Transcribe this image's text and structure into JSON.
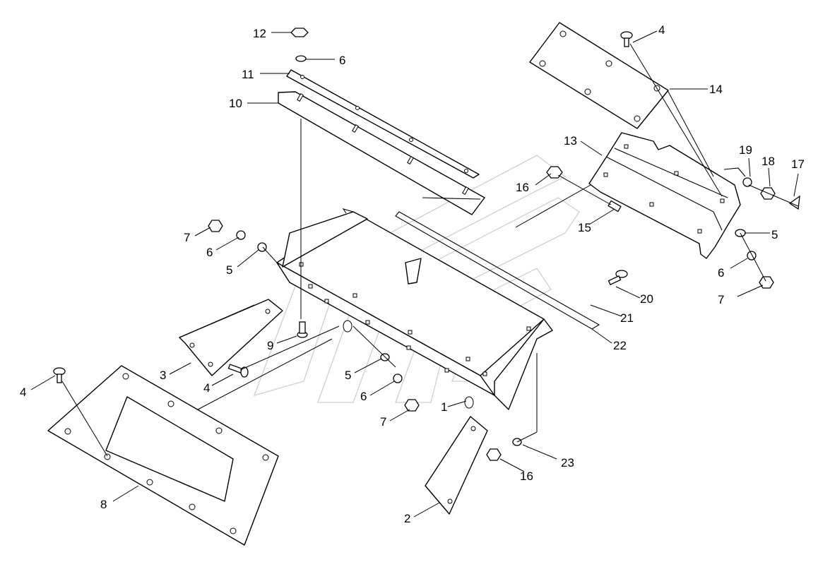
{
  "diagram": {
    "labels": [
      {
        "id": "l12",
        "text": "12"
      },
      {
        "id": "l6a",
        "text": "6"
      },
      {
        "id": "l11",
        "text": "11"
      },
      {
        "id": "l10",
        "text": "10"
      },
      {
        "id": "l4a",
        "text": "4"
      },
      {
        "id": "l14",
        "text": "14"
      },
      {
        "id": "l13",
        "text": "13"
      },
      {
        "id": "l19",
        "text": "19"
      },
      {
        "id": "l18",
        "text": "18"
      },
      {
        "id": "l17",
        "text": "17"
      },
      {
        "id": "l16a",
        "text": "16"
      },
      {
        "id": "l15",
        "text": "15"
      },
      {
        "id": "l5a",
        "text": "5"
      },
      {
        "id": "l6b",
        "text": "6"
      },
      {
        "id": "l7a",
        "text": "7"
      },
      {
        "id": "l7b",
        "text": "7"
      },
      {
        "id": "l6c",
        "text": "6"
      },
      {
        "id": "l5b",
        "text": "5"
      },
      {
        "id": "l20",
        "text": "20"
      },
      {
        "id": "l21",
        "text": "21"
      },
      {
        "id": "l22",
        "text": "22"
      },
      {
        "id": "l9",
        "text": "9"
      },
      {
        "id": "l3",
        "text": "3"
      },
      {
        "id": "l4b",
        "text": "4"
      },
      {
        "id": "l4c",
        "text": "4"
      },
      {
        "id": "l5c",
        "text": "5"
      },
      {
        "id": "l6d",
        "text": "6"
      },
      {
        "id": "l7c",
        "text": "7"
      },
      {
        "id": "l1",
        "text": "1"
      },
      {
        "id": "l23",
        "text": "23"
      },
      {
        "id": "l16b",
        "text": "16"
      },
      {
        "id": "l8",
        "text": "8"
      },
      {
        "id": "l2",
        "text": "2"
      }
    ]
  }
}
